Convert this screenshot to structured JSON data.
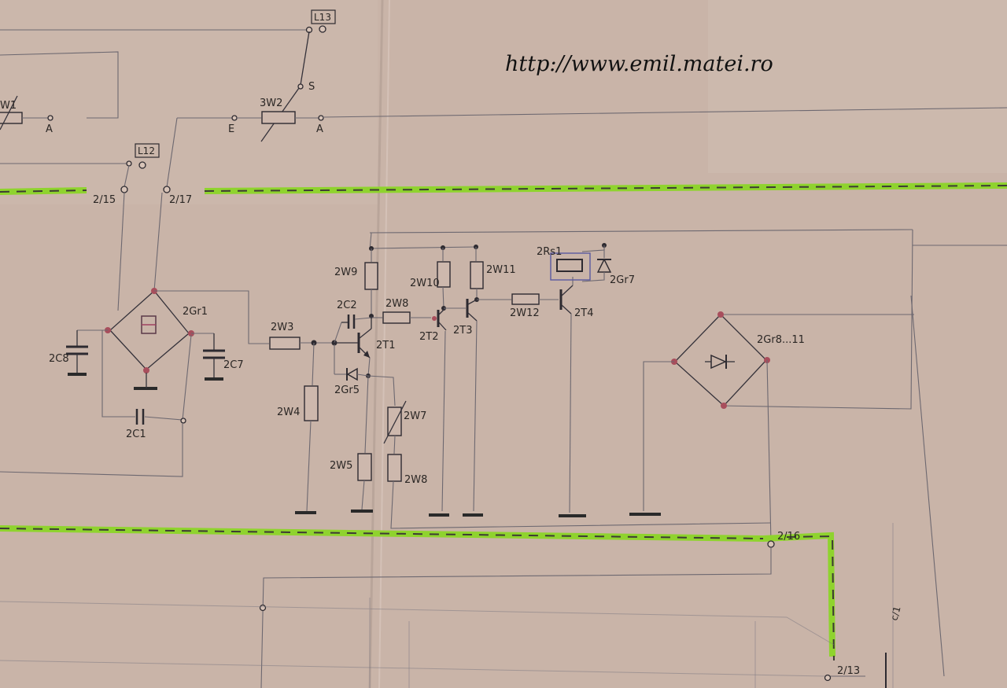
{
  "watermark": {
    "url": "http://www.emil.matei.ro"
  },
  "labels": {
    "l13": "L13",
    "l12": "L12",
    "s": "S",
    "e": "E",
    "a1": "A",
    "a2": "A",
    "w1": "W1",
    "w3_switch": "3W2",
    "t2_15": "2/15",
    "t2_17": "2/17",
    "t2_16": "2/16",
    "t2_13": "2/13",
    "c_1": "c/1",
    "gr1": "2Gr1",
    "c8": "2C8",
    "c7": "2C7",
    "c1": "2C1",
    "w3": "2W3",
    "w4": "2W4",
    "c2": "2C2",
    "w9": "2W9",
    "w8a": "2W8",
    "t1": "2T1",
    "gr5": "2Gr5",
    "w7": "2W7",
    "w5": "2W5",
    "w8b": "2W8",
    "w10": "2W10",
    "w11": "2W11",
    "t2": "2T2",
    "t3": "2T3",
    "w12": "2W12",
    "t4": "2T4",
    "rs1": "2Rs1",
    "gr7": "2Gr7",
    "gr8_11": "2Gr8...11"
  }
}
